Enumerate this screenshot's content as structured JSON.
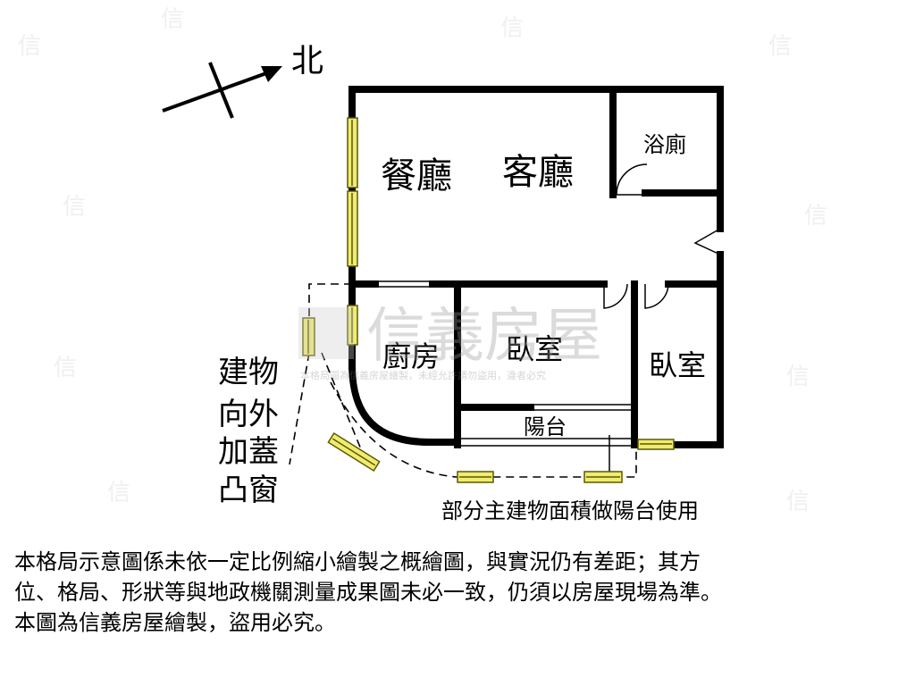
{
  "compass": {
    "north_label": "北"
  },
  "rooms": {
    "dining": "餐廳",
    "living": "客廳",
    "bathroom": "浴廁",
    "kitchen": "廚房",
    "bedroom_center": "臥室",
    "bedroom_right": "臥室",
    "balcony": "陽台"
  },
  "annotations": {
    "bay_window_lines": [
      "建物",
      "向外",
      "加蓋",
      "凸窗"
    ],
    "balcony_note": "部分主建物面積做陽台使用"
  },
  "watermark": {
    "brand": "信義房屋",
    "notice": "本格局圖為信義房屋繪製，未經允許請勿盜用，違者必究"
  },
  "disclaimer": {
    "lines": [
      "本格局示意圖係未依一定比例縮小繪製之概繪圖，與實況仍有差距；其方",
      "位、格局、形狀等與地政機關測量成果圖未必一致，仍須以房屋現場為準。",
      "本圖為信義房屋繪製，盜用必究。"
    ]
  },
  "colors": {
    "wall": "#000000",
    "window_fill": "#f0ec73",
    "window_stroke": "#5a5a00"
  }
}
